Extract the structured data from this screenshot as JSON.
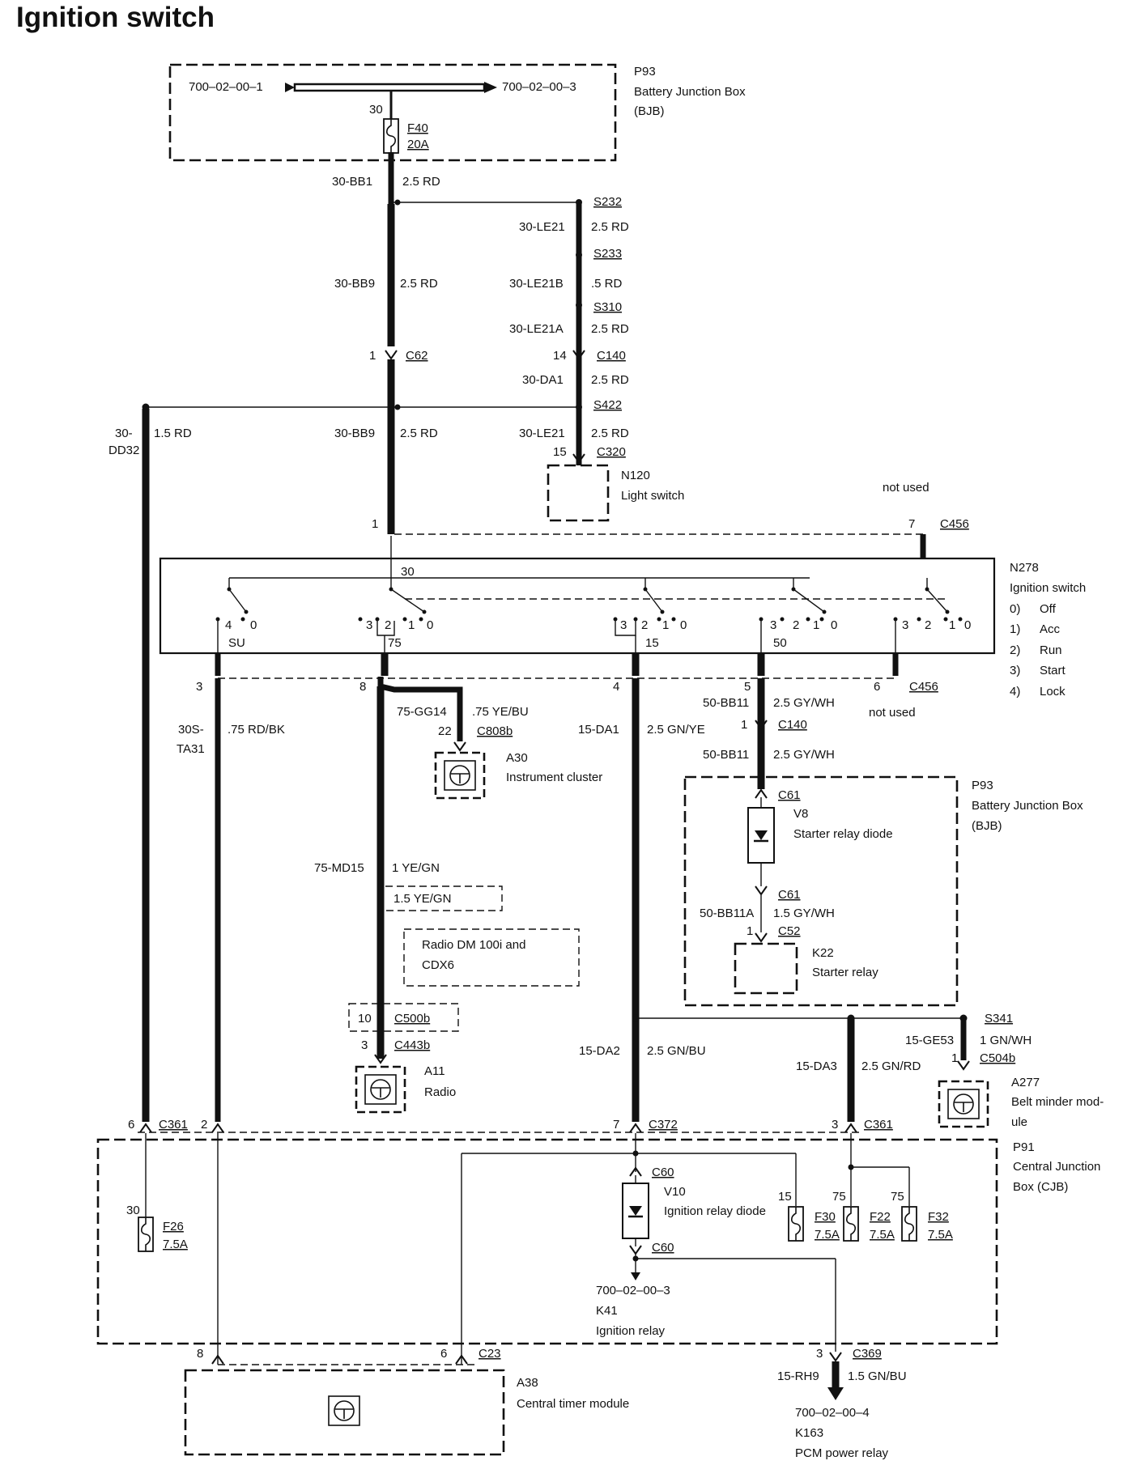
{
  "title": "Ignition switch",
  "connector_labels": {
    "c62": "C62",
    "c140_top": "C140",
    "c320": "C320",
    "c456_top": "C456",
    "c456_bot": "C456",
    "c808b": "C808b",
    "c140_mid": "C140",
    "c61_top": "C61",
    "c61_bot": "C61",
    "c52": "C52",
    "c500b": "C500b",
    "c443b": "C443b",
    "s341": "S341",
    "c504b": "C504b",
    "c361_left": "C361",
    "c372": "C372",
    "c361_right": "C361",
    "c60_top": "C60",
    "c60_bot": "C60",
    "c23": "C23",
    "c369": "C369",
    "s232": "S232",
    "s233": "S233",
    "s310": "S310",
    "s422": "S422"
  },
  "pins": {
    "p30_f40": "30",
    "p1_c62": "1",
    "p14_c140": "14",
    "p15_c320": "15",
    "p1_sw": "1",
    "p7_c456": "7",
    "p3_su": "3",
    "p8_75": "8",
    "p4_15": "4",
    "p5_50": "5",
    "p6_c456": "6",
    "p22": "22",
    "p1_c140": "1",
    "p1_c52": "1",
    "p10": "10",
    "p3_c443b": "3",
    "p1_c504b": "1",
    "p6_c361": "6",
    "p2_c361": "2",
    "p7_c372": "7",
    "p3_c361": "3",
    "p30_f26": "30",
    "p15_f30": "15",
    "p75_f22": "75",
    "p75_f32": "75",
    "p8_c23": "8",
    "p6_c23": "6",
    "p3_c369": "3"
  },
  "wires": {
    "w_30bb1": {
      "id": "30-BB1",
      "spec": "2.5 RD"
    },
    "w_30bb9_top": {
      "id": "30-BB9",
      "spec": "2.5 RD"
    },
    "w_30bb9_bot": {
      "id": "30-BB9",
      "spec": "2.5 RD"
    },
    "w_30le21_top": {
      "id": "30-LE21",
      "spec": "2.5 RD"
    },
    "w_30le21b": {
      "id": "30-LE21B",
      "spec": ".5 RD"
    },
    "w_30le21a": {
      "id": "30-LE21A",
      "spec": "2.5 RD"
    },
    "w_30da1": {
      "id": "30-DA1",
      "spec": "2.5 RD"
    },
    "w_30le21_bot": {
      "id": "30-LE21",
      "spec": "2.5 RD"
    },
    "w_30dd32": {
      "id_1": "30-",
      "id_2": "DD32",
      "spec": "1.5 RD"
    },
    "w_30sta31": {
      "id_1": "30S-",
      "id_2": "TA31",
      "spec": ".75 RD/BK"
    },
    "w_75gg14": {
      "id": "75-GG14",
      "spec": ".75 YE/BU"
    },
    "w_15da1": {
      "id": "15-DA1",
      "spec": "2.5 GN/YE"
    },
    "w_50bb11_a": {
      "id": "50-BB11",
      "spec": "2.5 GY/WH"
    },
    "w_50bb11_b": {
      "id": "50-BB11",
      "spec": "2.5 GY/WH"
    },
    "w_50bb11a": {
      "id": "50-BB11A",
      "spec": "1.5 GY/WH"
    },
    "w_75md15": {
      "id": "75-MD15",
      "spec": "1 YE/GN"
    },
    "w_alt_radio": {
      "spec": "1.5 YE/GN"
    },
    "w_15da2": {
      "id": "15-DA2",
      "spec": "2.5 GN/BU"
    },
    "w_15da3": {
      "id": "15-DA3",
      "spec": "2.5 GN/RD"
    },
    "w_15ge53": {
      "id": "15-GE53",
      "spec": "1 GN/WH"
    },
    "w_15rh9": {
      "id": "15-RH9",
      "spec": "1.5 GN/BU"
    }
  },
  "fuses": {
    "f40": {
      "name": "F40",
      "rating": "20A"
    },
    "f26": {
      "name": "F26",
      "rating": "7.5A"
    },
    "f30": {
      "name": "F30",
      "rating": "7.5A"
    },
    "f22": {
      "name": "F22",
      "rating": "7.5A"
    },
    "f32": {
      "name": "F32",
      "rating": "7.5A"
    }
  },
  "components": {
    "p93_top": {
      "code": "P93",
      "line1": "Battery Junction Box",
      "line2": "(BJB)",
      "ref_in": "700–02–00–1",
      "ref_out": "700–02–00–3"
    },
    "n120": {
      "code": "N120",
      "name": "Light switch"
    },
    "n278": {
      "code": "N278",
      "name": "Ignition switch"
    },
    "a30": {
      "code": "A30",
      "name": "Instrument cluster"
    },
    "p93_mid": {
      "code": "P93",
      "line1": "Battery Junction Box",
      "line2": "(BJB)"
    },
    "v8": {
      "code": "V8",
      "name": "Starter relay diode"
    },
    "k22": {
      "code": "K22",
      "name": "Starter relay"
    },
    "radio_note": {
      "line1": "Radio DM 100i and",
      "line2": "CDX6"
    },
    "a11": {
      "code": "A11",
      "name": "Radio"
    },
    "a277": {
      "code": "A277",
      "line1": "Belt minder mod-",
      "line2": "ule"
    },
    "p91": {
      "code": "P91",
      "line1": "Central Junction",
      "line2": "Box (CJB)"
    },
    "v10": {
      "code": "V10",
      "name": "Ignition relay diode"
    },
    "k41": {
      "ref": "700–02–00–3",
      "code": "K41",
      "name": "Ignition relay"
    },
    "a38": {
      "code": "A38",
      "name": "Central timer module"
    },
    "k163": {
      "ref": "700–02–00–4",
      "code": "K163",
      "name": "PCM power relay"
    }
  },
  "not_used": {
    "top": "not used",
    "mid": "not used"
  },
  "switch": {
    "terminals": {
      "t30": "30",
      "su": "SU",
      "t75": "75",
      "t15": "15",
      "t50": "50"
    },
    "contacts": {
      "c0": "0",
      "c1": "1",
      "c2": "2",
      "c3": "3",
      "c4": "4"
    }
  },
  "legend": [
    {
      "num": "0)",
      "label": "Off"
    },
    {
      "num": "1)",
      "label": "Acc"
    },
    {
      "num": "2)",
      "label": "Run"
    },
    {
      "num": "3)",
      "label": "Start"
    },
    {
      "num": "4)",
      "label": "Lock"
    }
  ]
}
